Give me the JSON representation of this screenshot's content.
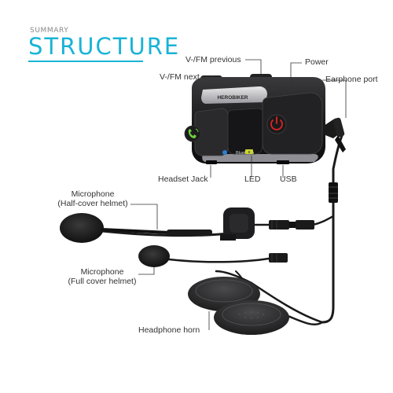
{
  "header": {
    "kicker": "SUMMARY",
    "title": "STRUCTURE"
  },
  "device": {
    "brand_text": "HEROBIKER",
    "bluetooth_text": "Bluetooth",
    "badge_text": "e"
  },
  "labels": {
    "vfm_previous": "V-/FM previous",
    "power": "Power",
    "vfm_next": "V-/FM next",
    "earphone_port": "Earphone port",
    "headset_jack": "Headset Jack",
    "led": "LED",
    "usb": "USB",
    "mic_half_line1": "Microphone",
    "mic_half_line2": "(Half-cover helmet)",
    "mic_full_line1": "Microphone",
    "mic_full_line2": "(Full cover helmet)",
    "headphone_horn": "Headphone horn"
  },
  "colors": {
    "accent": "#19b3d6",
    "device_body": "#1c1c1e",
    "power_led": "#e02424",
    "phone_led": "#6bd13b"
  }
}
